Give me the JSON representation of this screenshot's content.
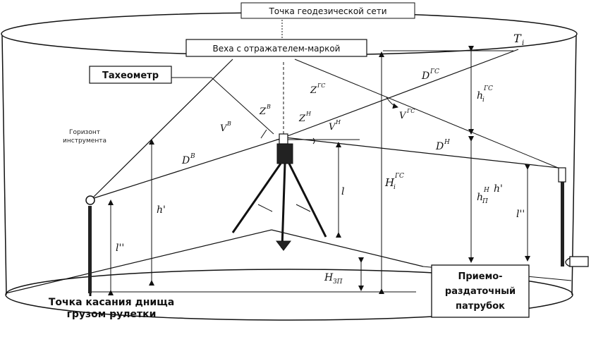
{
  "labels": {
    "geodetic_point": "Точка геодезической сети",
    "marker_pole": "Веха с отражателем-маркой",
    "tachymeter": "Тахеометр",
    "horizon_line1": "Горизонт",
    "horizon_line2": "инструмента",
    "touch_line1": "Точка касания днища",
    "touch_line2": "грузом рулетки",
    "pipe_line1": "Приемо-",
    "pipe_line2": "раздаточный",
    "pipe_line3": "патрубок"
  },
  "symbols": {
    "T": "T",
    "T_sub": "i",
    "D_ГС": "D",
    "D_ГС_sup": "ГС",
    "Z_ГС": "Z",
    "Z_ГС_sup": "ГС",
    "h_i_ГС": "h",
    "h_i_ГС_sub": "i",
    "h_i_ГС_sup": "ГС",
    "V_ГС": "V",
    "V_ГС_sup": "ГС",
    "Z_B": "Z",
    "Z_B_sup": "В",
    "Z_Н": "Z",
    "Z_Н_sup": "Н",
    "V_В": "V",
    "V_В_sup": "В",
    "V_Н": "V",
    "V_Н_sup": "Н",
    "D_В": "D",
    "D_В_sup": "В",
    "D_Н": "D",
    "D_Н_sup": "Н",
    "h_left": "h'",
    "l_center": "l",
    "H_i_ГС": "H",
    "H_i_ГС_sub": "i",
    "H_i_ГС_sup": "ГС",
    "h_П": "h",
    "h_П_sub": "П",
    "h_П_sup": "Н",
    "h_right": "h'",
    "l_right": "l''",
    "l_left": "l''",
    "H_ЗП": "H",
    "H_ЗП_sub": "ЗП"
  }
}
